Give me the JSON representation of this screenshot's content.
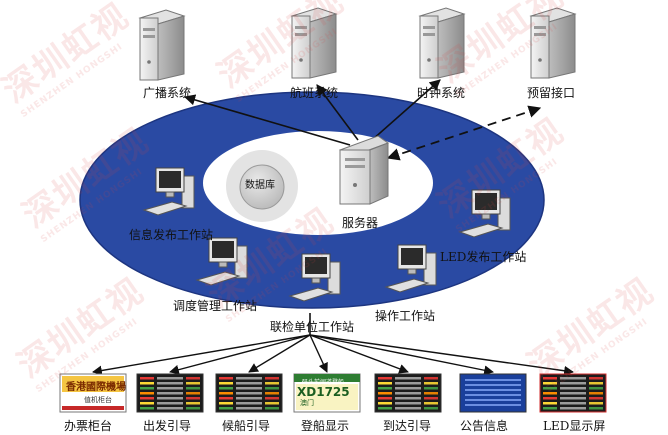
{
  "servers": [
    {
      "label": "广播系统"
    },
    {
      "label": "航班系统"
    },
    {
      "label": "时钟系统"
    },
    {
      "label": "预留接口"
    }
  ],
  "center": {
    "database": "数据库",
    "server": "服务器"
  },
  "workstations": [
    {
      "label": "信息发布工作站"
    },
    {
      "label": "调度管理工作站"
    },
    {
      "label": "联检单位工作站"
    },
    {
      "label": "操作工作站"
    },
    {
      "label": "LED发布工作站"
    }
  ],
  "displays": [
    {
      "label": "办票柜台",
      "screen_lines": [
        "香港國際機場",
        "值机柜台"
      ]
    },
    {
      "label": "出发引导"
    },
    {
      "label": "候船引导"
    },
    {
      "label": "登船显示",
      "screen_lines": [
        "码头前闸道登船",
        "XD1725",
        "澳门"
      ]
    },
    {
      "label": "到达引导"
    },
    {
      "label": "公告信息"
    },
    {
      "label": "LED显示屏"
    }
  ],
  "watermark": {
    "cn": "深圳虹视",
    "en": "SHENZHEN HONGSHI"
  },
  "colors": {
    "ring": "#2a4aa3",
    "inner": "#ffffff",
    "core": "#e7e7e7",
    "line": "#111111"
  }
}
